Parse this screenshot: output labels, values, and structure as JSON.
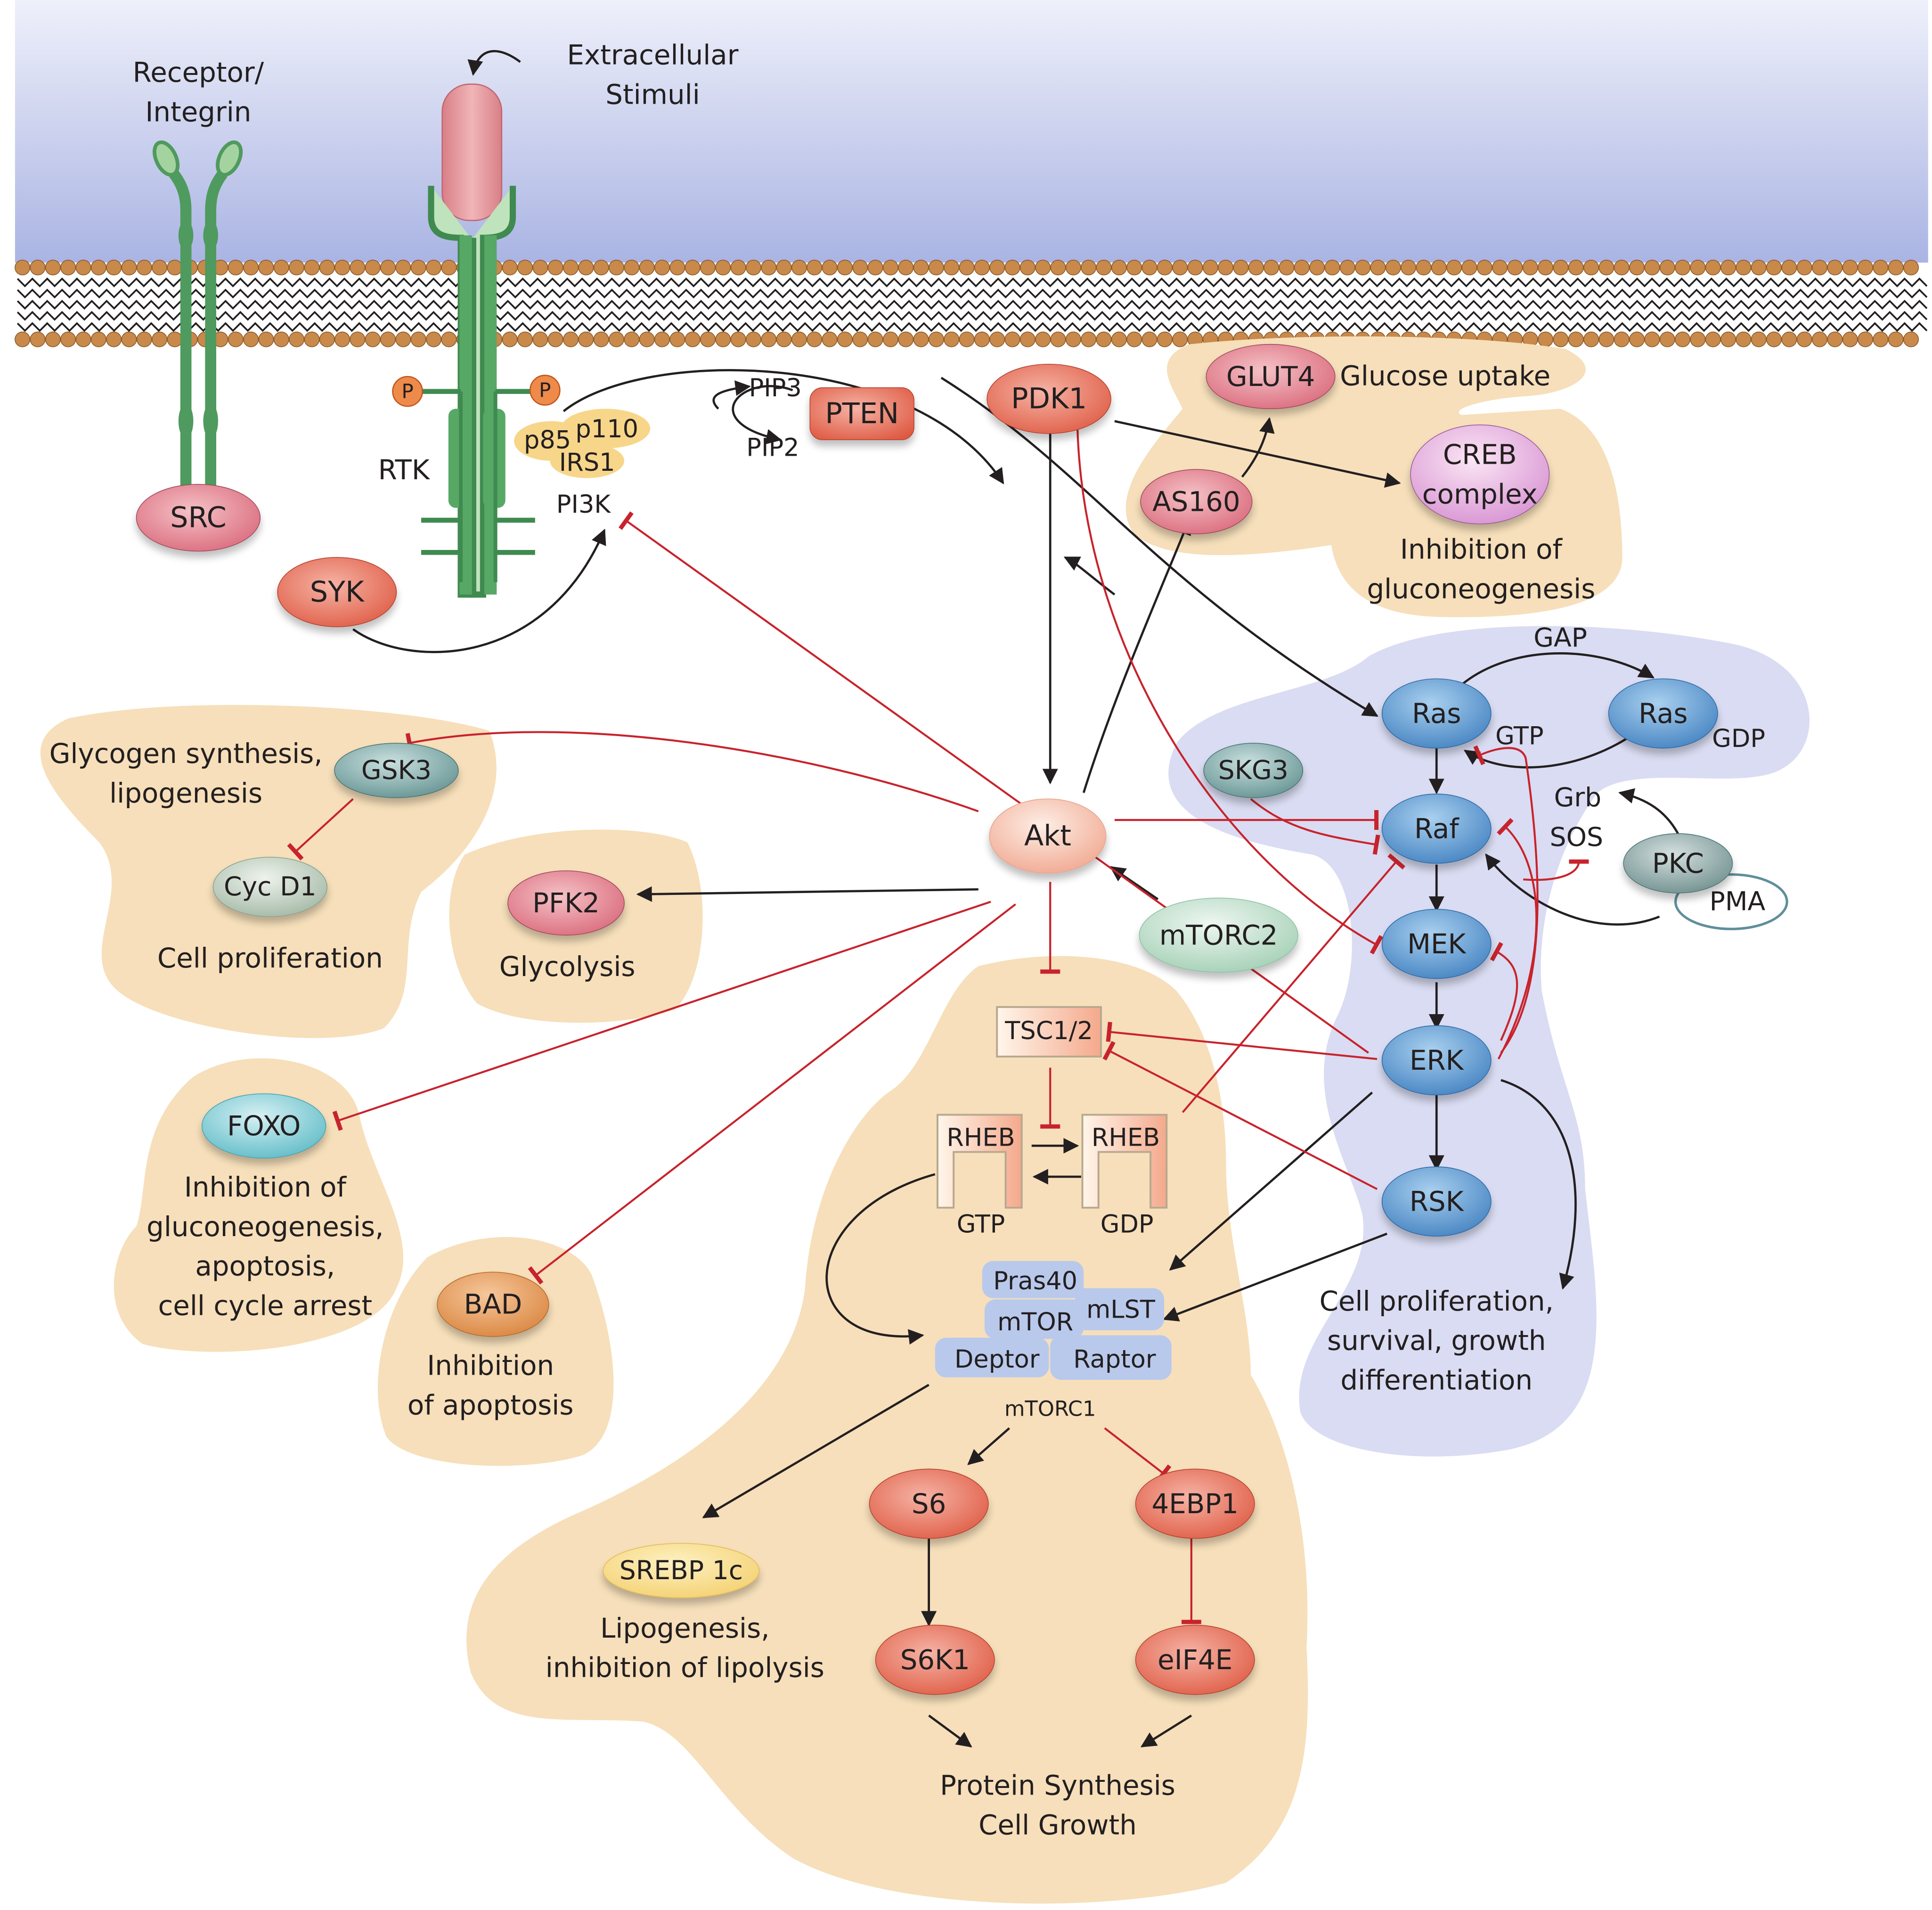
{
  "colors": {
    "extracellular_top": "#e9ecf8",
    "extracellular_bottom": "#b4bde6",
    "membrane_head": "#c8894a",
    "tan_region": "#f6dfba",
    "lavender_region": "#d9dcf2",
    "activation_arrow": "#231f20",
    "inhibition_line": "#c8232c",
    "receptor_green": "#4f9a5e",
    "rtk_green": "#57a865",
    "stimulus_pink": "#e79a9a"
  },
  "labels": {
    "receptor_integrin": [
      "Receptor/",
      "Integrin"
    ],
    "extracellular_stimuli": [
      "Extracellular",
      "Stimuli"
    ],
    "rtk": "RTK",
    "phospho": "P",
    "p85": "p85",
    "p110": "p110",
    "irs1": "IRS1",
    "pi3k": "PI3K",
    "pip3": "PIP3",
    "pip2": "PIP2",
    "glucose_uptake": "Glucose uptake",
    "inhibition_gluconeogenesis_top": [
      "Inhibition of",
      "gluconeogenesis"
    ],
    "gap": "GAP",
    "gtp_ras": "GTP",
    "gdp_ras": "GDP",
    "grb": "Grb",
    "sos": "SOS",
    "glycogen": [
      "Glycogen synthesis,",
      "lipogenesis"
    ],
    "cell_proliferation": "Cell proliferation",
    "glycolysis": "Glycolysis",
    "foxo_outcome": [
      "Inhibition of",
      "gluconeogenesis,",
      "apoptosis,",
      "cell cycle arrest"
    ],
    "bad_outcome": [
      "Inhibition",
      "of apoptosis"
    ],
    "rheb": "RHEB",
    "rheb_gtp": "GTP",
    "rheb_gdp": "GDP",
    "tsc": "TSC1/2",
    "pras40": "Pras40",
    "mtor": "mTOR",
    "mlst": "mLST",
    "deptor": "Deptor",
    "raptor": "Raptor",
    "mtorc1": "mTORC1",
    "lipogenesis": [
      "Lipogenesis,",
      "inhibition of lipolysis"
    ],
    "erk_outcome": [
      "Cell proliferation,",
      "survival, growth",
      "differentiation"
    ],
    "protein_synthesis": [
      "Protein Synthesis",
      "Cell Growth"
    ]
  },
  "nodes": {
    "src": "SRC",
    "syk": "SYK",
    "pdk1": "PDK1",
    "pten": "PTEN",
    "glut4": "GLUT4",
    "as160": "AS160",
    "creb": [
      "CREB",
      "complex"
    ],
    "ras_gtp": "Ras",
    "ras_gdp": "Ras",
    "skg3": "SKG3",
    "raf": "Raf",
    "pkc": "PKC",
    "pma": "PMA",
    "mek": "MEK",
    "erk": "ERK",
    "rsk": "RSK",
    "akt": "Akt",
    "gsk3": "GSK3",
    "cycd1": "Cyc D1",
    "pfk2": "PFK2",
    "mtorc2": "mTORC2",
    "foxo": "FOXO",
    "bad": "BAD",
    "s6": "S6",
    "fourebp1": "4EBP1",
    "s6k1": "S6K1",
    "eif4e": "eIF4E",
    "srebp": "SREBP 1c"
  }
}
